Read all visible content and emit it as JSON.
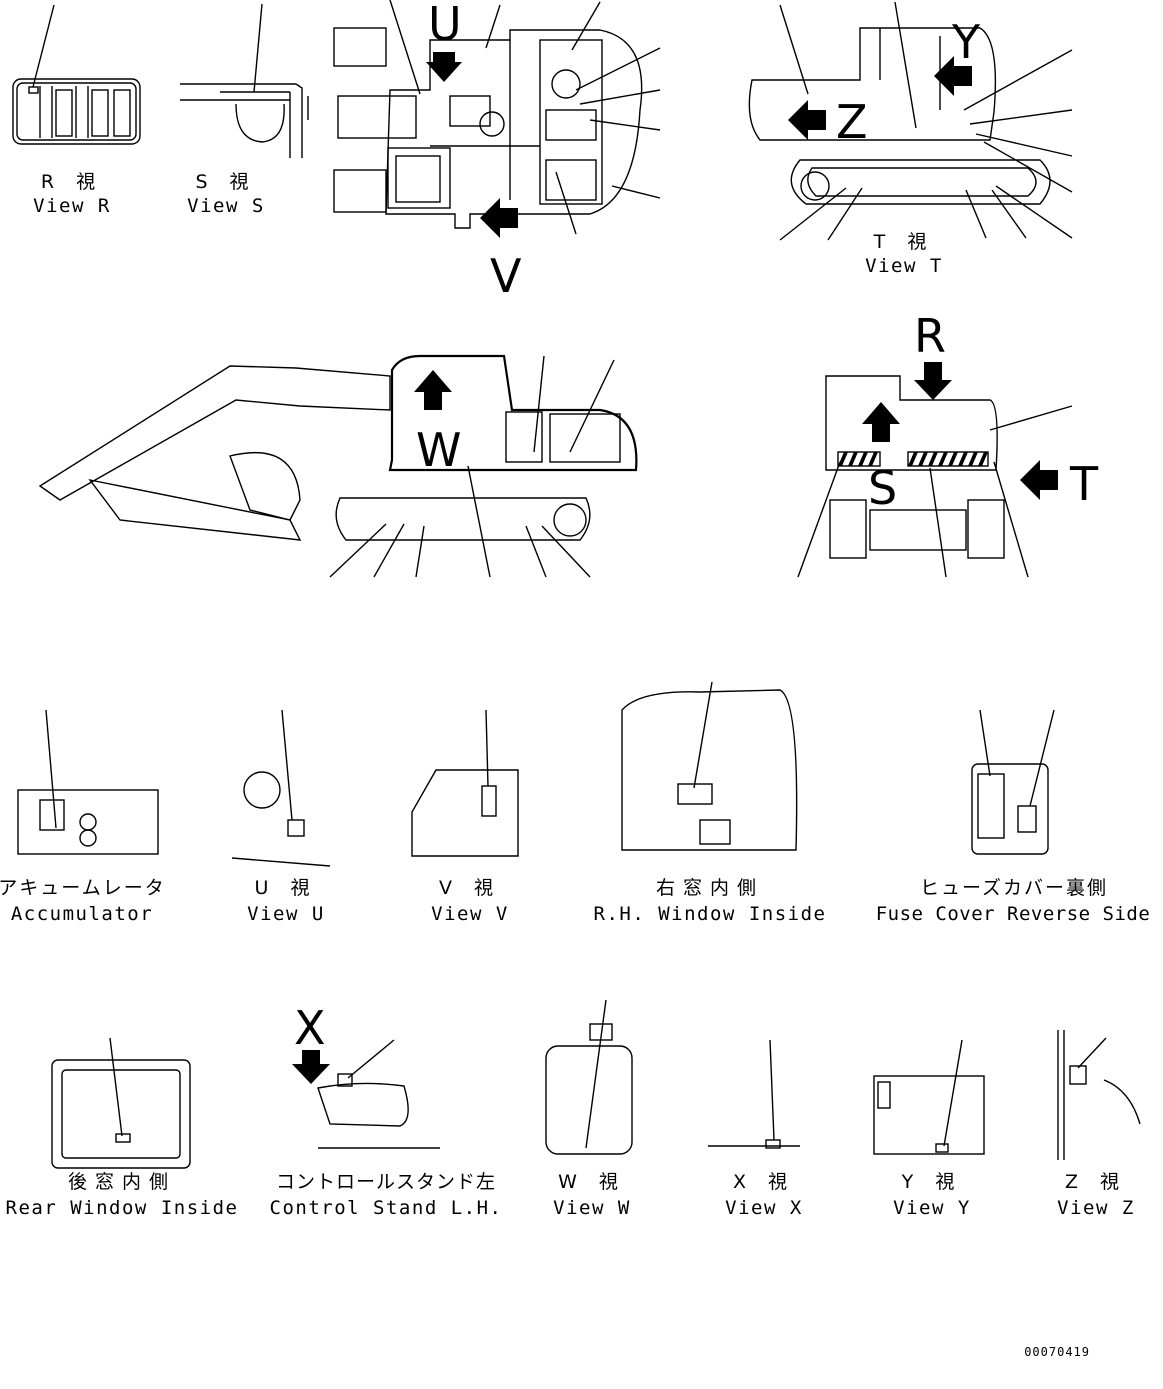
{
  "views": {
    "r": {
      "jp": "R 視",
      "en": "View R"
    },
    "s": {
      "jp": "S 視",
      "en": "View S"
    },
    "t": {
      "jp": "T 視",
      "en": "View T"
    },
    "accumulator": {
      "jp": "アキュームレータ",
      "en": "Accumulator"
    },
    "u": {
      "jp": "U 視",
      "en": "View U"
    },
    "v": {
      "jp": "V 視",
      "en": "View V"
    },
    "rh_window": {
      "jp": "右窓内側",
      "en": "R.H. Window Inside"
    },
    "fuse_cover": {
      "jp": "ヒューズカバー裏側",
      "en": "Fuse Cover Reverse Side"
    },
    "rear_window": {
      "jp": "後窓内側",
      "en": "Rear Window Inside"
    },
    "control_stand": {
      "jp": "コントロールスタンド左",
      "en": "Control Stand L.H."
    },
    "w": {
      "jp": "W 視",
      "en": "View W"
    },
    "x": {
      "jp": "X 視",
      "en": "View X"
    },
    "y": {
      "jp": "Y 視",
      "en": "View Y"
    },
    "z": {
      "jp": "Z 視",
      "en": "View Z"
    }
  },
  "arrow_letters": {
    "u": "U",
    "v": "V",
    "y": "Y",
    "z": "Z",
    "r": "R",
    "s": "S",
    "t": "T",
    "w": "W",
    "x": "X"
  },
  "drawing_number": "00070419"
}
